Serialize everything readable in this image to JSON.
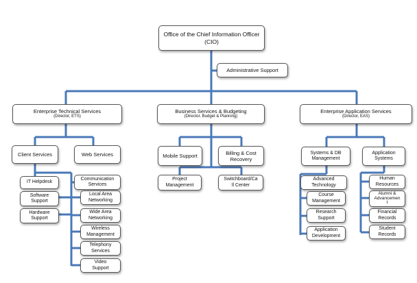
{
  "colors": {
    "connector": "#4a78b8",
    "box_border": "#555555"
  },
  "cio": {
    "title": "Office of the Chief Information Officer",
    "subtitle": "(CIO)"
  },
  "admin_support": "Administrative Support",
  "divisions": {
    "ets": {
      "title": "Enterprise Technical Services",
      "subtitle": "(Director, ETS)",
      "client_services": "Client Services",
      "web_services": "Web Services",
      "client_children": [
        "IT Helpdesk",
        "Software\nSupport",
        "Hardware\nSupport"
      ],
      "communication_services": "Communication\nServices",
      "comm_children": [
        "Local Area\nNetworking",
        "Wide Area\nNetworking",
        "Wireless\nManagement",
        "Telephony\nServices",
        "Video\nSupport"
      ]
    },
    "bsb": {
      "title": "Business Services & Budgeting",
      "subtitle": "(Director, Budget & Planning)",
      "mobile_support": "Mobile Support",
      "billing": "Billing & Cost\nRecovery",
      "project_management": "Project\nManagement",
      "switchboard": "Switchboard/Ca\nll Center"
    },
    "eas": {
      "title": "Enterprise Application Services",
      "subtitle": "(Director, EAS)",
      "systems_db": "Systems & DB\nManagement",
      "application_systems": "Application\nSystems",
      "advanced_technology": "Advanced\nTechnology",
      "sysdb_children": [
        "Course\nManagement",
        "Research\nSupport",
        "Application\nDevelopment"
      ],
      "app_children": [
        "Human\nResources",
        "Alumni &\nAdvancemen\nt",
        "Financial\nRecords",
        "Student\nRecords"
      ]
    }
  }
}
